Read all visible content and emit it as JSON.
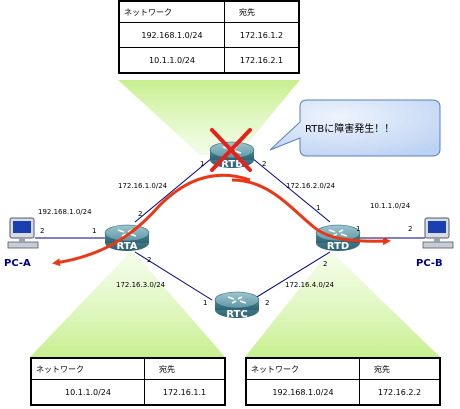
{
  "routing_tables": {
    "rtb": {
      "header_network": "ネットワーク",
      "header_destination": "宛先",
      "rows": [
        {
          "network": "192.168.1.0/24",
          "next_hop": "172.16.1.2"
        },
        {
          "network": "10.1.1.0/24",
          "next_hop": "172.16.2.1"
        }
      ]
    },
    "rta": {
      "header_network": "ネットワーク",
      "header_destination": "宛先",
      "rows": [
        {
          "network": "10.1.1.0/24",
          "next_hop": "172.16.1.1"
        }
      ]
    },
    "rtd": {
      "header_network": "ネットワーク",
      "header_destination": "宛先",
      "rows": [
        {
          "network": "192.168.1.0/24",
          "next_hop": "172.16.2.2"
        }
      ]
    }
  },
  "callout": {
    "text": "RTBに障害発生！！"
  },
  "routers": {
    "rta": "RTA",
    "rtb": "RTB",
    "rtc": "RTC",
    "rtd": "RTD"
  },
  "pcs": {
    "pc_a": "PC-A",
    "pc_b": "PC-B"
  },
  "networks": {
    "lan_a": "192.168.1.0/24",
    "lan_b": "10.1.1.0/24",
    "a_b": "172.16.1.0/24",
    "b_d": "172.16.2.0/24",
    "a_c": "172.16.3.0/24",
    "c_d": "172.16.4.0/24"
  },
  "ports": {
    "pcA": "2",
    "rtA_lan": "1",
    "rtA_up": "2",
    "rtA_down": "2",
    "rtB_left": "1",
    "rtB_right": "2",
    "rtD_up": "1",
    "rtD_lan": "1",
    "rtD_down": "2",
    "pcB": "2",
    "rtC_left": "1",
    "rtC_right": "2"
  },
  "colors": {
    "path": "#e83818",
    "failure_x": "#e8201a",
    "beam": "#c8f08c",
    "callout_fill": "#cfe0f8",
    "callout_stroke": "#5a7fc0",
    "router_body": "#4a8a9a",
    "link": "#000080"
  }
}
